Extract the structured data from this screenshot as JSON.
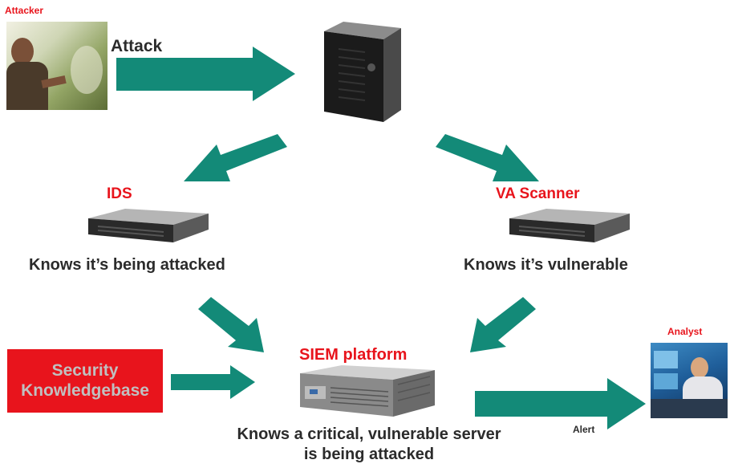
{
  "labels": {
    "attacker": "Attacker",
    "attack": "Attack",
    "ids": "IDS",
    "ids_caption": "Knows it’s being attacked",
    "va_scanner": "VA Scanner",
    "va_caption": "Knows it’s vulnerable",
    "siem": "SIEM platform",
    "siem_caption_line1": "Knows a critical, vulnerable server",
    "siem_caption_line2": "is being attacked",
    "knowledgebase_line1": "Security",
    "knowledgebase_line2": "Knowledgebase",
    "analyst": "Analyst",
    "alert": "Alert"
  },
  "colors": {
    "arrow": "#138a78",
    "label_red": "#e8141c",
    "knowledgebase_bg": "#e8141c",
    "knowledgebase_text": "#c0c0c0",
    "caption": "#2b2b2b"
  },
  "icons": {
    "attacker": "attacker-photo",
    "server": "tower-server-icon",
    "ids": "ids-appliance-icon",
    "va": "va-appliance-icon",
    "siem": "rack-server-icon",
    "analyst": "analyst-photo"
  }
}
